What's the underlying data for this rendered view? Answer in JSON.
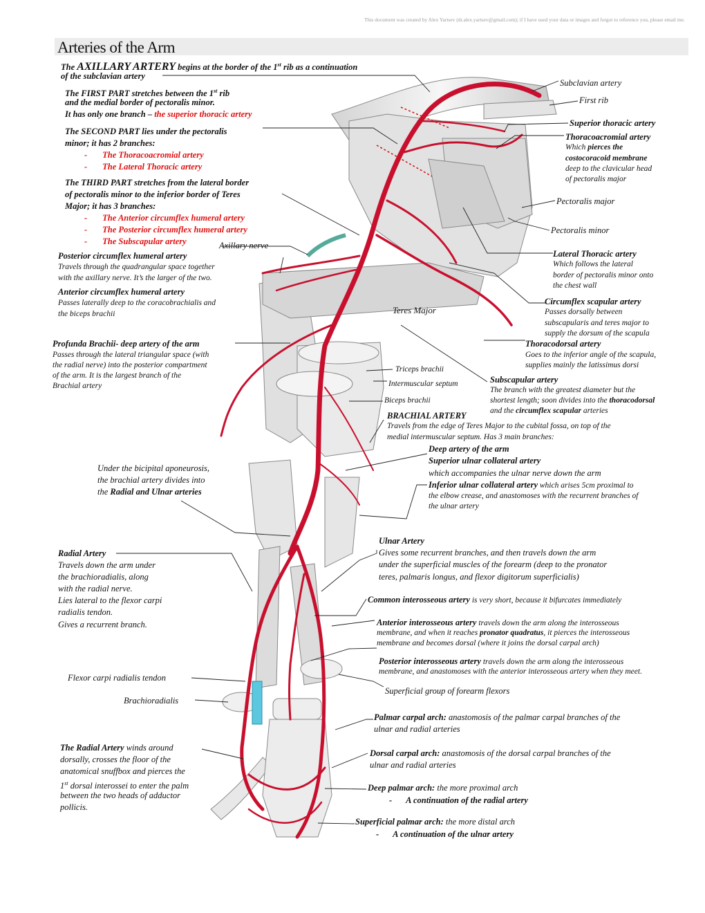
{
  "header_note": "This document was created by Alex Yartsev (dr.alex.yartsev@gmail.com); if I have used your data or images and forgot to reference you, please email me.",
  "title": "Arteries of the Arm",
  "intro": {
    "l1a": "The ",
    "l1b": "AXILLARY ARTERY",
    "l1c": " begins at the border of the 1",
    "l1sup": "st",
    "l1d": " rib as a continuation",
    "l2": "of the subclavian artery"
  },
  "first_part": {
    "l1a": "The FIRST PART stretches between the 1",
    "l1sup": "st",
    "l1b": " rib",
    "l2": "and the medial border of pectoralis minor.",
    "l3a": "It has only one branch – ",
    "l3b": "the superior thoracic artery"
  },
  "second_part": {
    "l1": "The SECOND PART lies under the pectoralis",
    "l2": "minor; it has 2 branches:",
    "b1": "The Thoracoacromial artery",
    "b2": "The Lateral Thoracic artery"
  },
  "third_part": {
    "l1": "The THIRD PART stretches from the lateral border",
    "l2": "of pectoralis minor to the inferior border of Teres",
    "l3": "Major; it has 3 branches:",
    "b1": "The Anterior circumflex humeral artery",
    "b2": "The Posterior circumflex humeral artery",
    "b3": "The Subscapular artery"
  },
  "dash": "-",
  "left_labels": {
    "axillary_nerve": "Axillary nerve",
    "post_circ_title": "Posterior circumflex humeral artery",
    "post_circ_l1": "Travels through the quadrangular space together",
    "post_circ_l2": "with the axillary nerve. It’s the larger of the two.",
    "ant_circ_title": "Anterior circumflex humeral artery",
    "ant_circ_l1": "Passes laterally deep to the coracobrachialis and",
    "ant_circ_l2": "the biceps brachii",
    "profunda_title": "Profunda Brachii- deep artery of the arm",
    "profunda_l1": "Passes through the lateral triangular space (with",
    "profunda_l2": "the radial nerve) into the posterior compartment",
    "profunda_l3": " of the arm. It is the largest branch of the",
    "profunda_l4": "Brachial artery",
    "teres_major": "Teres Major",
    "triceps": "Triceps brachii",
    "intermuscular": "Intermuscular septum",
    "biceps": "Biceps brachii",
    "bicipital_l1": "Under the bicipital aponeurosis,",
    "bicipital_l2": "the brachial artery divides into",
    "bicipital_l3a": "the ",
    "bicipital_l3b": "Radial and Ulnar arteries",
    "radial_title": "Radial Artery",
    "radial_l1": "Travels down the arm under",
    "radial_l2": "the brachioradialis, along",
    "radial_l3": "with the radial nerve.",
    "radial_l4": "Lies lateral to the flexor carpi",
    "radial_l5": "radialis tendon.",
    "radial_l6": "Gives a recurrent branch.",
    "fcr_tendon": "Flexor carpi radialis tendon",
    "brachioradialis": "Brachioradialis",
    "winds_l1a": "The Radial Artery",
    "winds_l1b": " winds around",
    "winds_l2": "dorsally, crosses the floor of the",
    "winds_l3": "anatomical snuffbox and pierces the",
    "winds_l4a": "1",
    "winds_l4sup": "st",
    "winds_l4b": " dorsal interossei to enter the palm",
    "winds_l5": "between the two heads of adductor",
    "winds_l6": "pollicis."
  },
  "right_labels": {
    "subclavian": "Subclavian artery",
    "first_rib": "First rib",
    "sup_thoracic": "Superior thoracic artery",
    "thoracoacromial": "Thoracoacromial artery",
    "ta_l1a": "Which ",
    "ta_l1b": "pierces the",
    "ta_l2": "costocoracoid membrane",
    "ta_l3": "deep to the clavicular head",
    "ta_l4": "of pectoralis major",
    "pec_major": "Pectoralis major",
    "pec_minor": "Pectoralis minor",
    "lat_thoracic": "Lateral Thoracic artery",
    "lt_l1": "Which follows the lateral",
    "lt_l2": "border of pectoralis minor onto",
    "lt_l3": "the chest wall",
    "circ_scap": "Circumflex scapular artery",
    "cs_l1": "Passes dorsally between",
    "cs_l2": "subscapularis and teres major to",
    "cs_l3": "supply the dorsum of the scapula",
    "thoracodorsal": "Thoracodorsal artery",
    "td_l1": "Goes to the inferior angle of the scapula,",
    "td_l2": "supplies mainly the latissimus dorsi",
    "subscapular": "Subscapular artery",
    "ss_l1": "The branch with the greatest diameter but the",
    "ss_l2a": "shortest length; soon divides into the ",
    "ss_l2b": "thoracodorsal",
    "ss_l3a": "and the  ",
    "ss_l3b": "circumflex scapular",
    "ss_l3c": " arteries",
    "brachial": "BRACHIAL ARTERY",
    "br_l1": "Travels from the edge of Teres Major to the cubital fossa, on top of the",
    "br_l2": "medial intermuscular septum. Has 3 main branches:",
    "br_b1": "Deep artery of the arm",
    "br_b2": "Superior ulnar collateral artery",
    "br_b2d": "which accompanies the ulnar nerve down the arm",
    "br_b3a": "Inferior ulnar collateral artery",
    "br_b3b": " which arises 5cm proximal to",
    "br_b3l2": "the elbow crease, and anastomoses with the recurrent branches of",
    "br_b3l3": "the ulnar artery",
    "ulnar": "Ulnar Artery",
    "ul_l1": "Gives some recurrent branches, and then travels down the arm",
    "ul_l2": "under the superficial muscles of the forearm (deep to the pronator",
    "ul_l3": "teres, palmaris longus,  and flexor digitorum superficialis)",
    "common_a": "Common interosseous artery",
    "common_b": " is very short, because it bifurcates immediately",
    "ant_int_a": "Anterior interosseous artery",
    "ant_int_b": " travels down the arm along the interosseous",
    "ant_int_l2a": "membrane, and when it reaches ",
    "ant_int_l2b": "pronator quadratus",
    "ant_int_l2c": ", it pierces the interosseous",
    "ant_int_l3": "membrane and becomes dorsal (where it joins the dorsal carpal arch)",
    "post_int_a": "Posterior interosseous artery",
    "post_int_b": " travels down the arm along the interosseous",
    "post_int_l2": "membrane, and anastomoses with the anterior interosseous artery when they meet.",
    "superficial_group": "Superficial group of forearm flexors",
    "palmar_carpal_a": "Palmar carpal arch:",
    "palmar_carpal_b": " anastomosis of the palmar carpal branches of the",
    "palmar_carpal_l2": "ulnar and radial arteries",
    "dorsal_carpal_a": "Dorsal carpal arch:",
    "dorsal_carpal_b": " anastomosis of the dorsal carpal branches of the",
    "dorsal_carpal_l2": "ulnar and radial arteries",
    "deep_palmar_a": "Deep palmar arch:",
    "deep_palmar_b": " the more proximal arch",
    "deep_palmar_sub": "A continuation of the radial artery",
    "superficial_palmar_a": "Superficial palmar arch:",
    "superficial_palmar_b": " the more distal arch",
    "superficial_palmar_sub": "A continuation of the ulnar artery"
  }
}
